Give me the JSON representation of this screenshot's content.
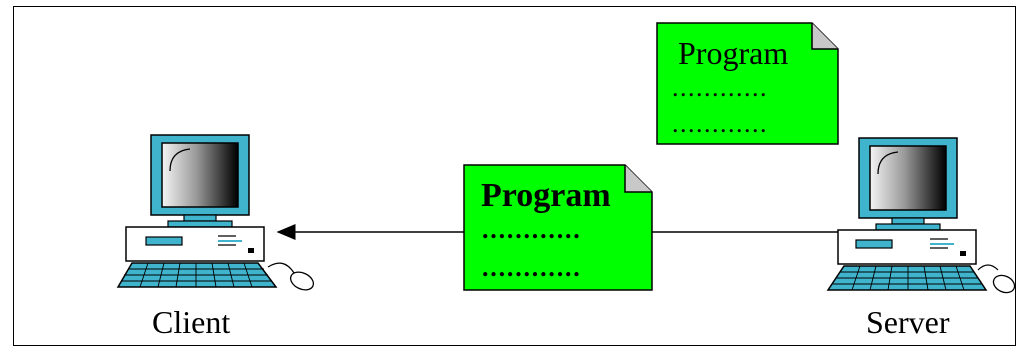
{
  "computers": {
    "client_label": "Client",
    "server_label": "Server"
  },
  "program_server": {
    "title": "Program",
    "line1": "............",
    "line2": "............"
  },
  "program_transfer": {
    "title": "Program",
    "line1": "............",
    "line2": "............"
  },
  "colors": {
    "document_fill": "#00ff00",
    "monitor_frame": "#40b4cc",
    "screen_dark": "#000000",
    "outline": "#000000"
  }
}
